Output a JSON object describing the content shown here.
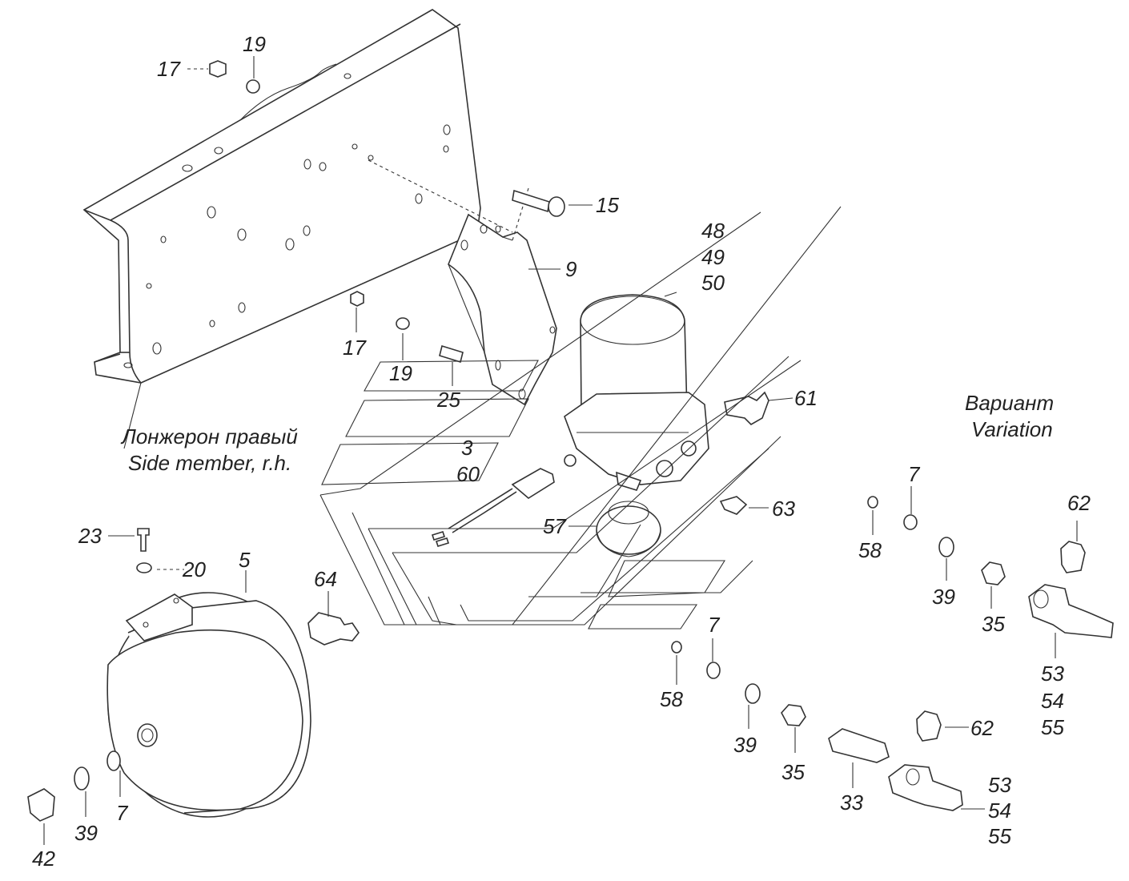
{
  "captions": {
    "side_member_ru": "Лонжерон правый",
    "side_member_en": "Side member, r.h.",
    "variant_ru": "Вариант",
    "variant_en": "Variation"
  },
  "callouts": {
    "n17a": "17",
    "n19a": "19",
    "n15": "15",
    "n9": "9",
    "n48": "48",
    "n49": "49",
    "n50": "50",
    "n17b": "17",
    "n19b": "19",
    "n25": "25",
    "n61": "61",
    "n3": "3",
    "n60": "60",
    "n57": "57",
    "n63": "63",
    "n23": "23",
    "n20": "20",
    "n5": "5",
    "n64": "64",
    "n7a": "7",
    "n58a": "58",
    "n39a": "39",
    "n35a": "35",
    "n62a": "62",
    "n53a": "53",
    "n54a": "54",
    "n55a": "55",
    "n7b": "7",
    "n58b": "58",
    "n39b": "39",
    "n35b": "35",
    "n33": "33",
    "n62b": "62",
    "n53b": "53",
    "n54b": "54",
    "n55b": "55",
    "n42": "42",
    "n39c": "39",
    "n7c": "7"
  }
}
